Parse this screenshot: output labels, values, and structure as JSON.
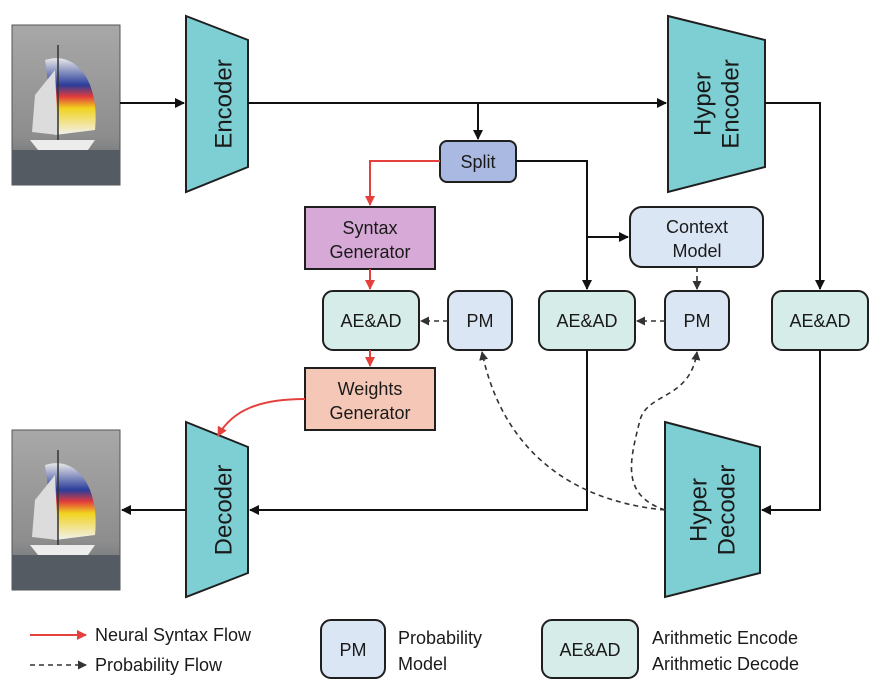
{
  "blocks": {
    "encoder": "Encoder",
    "decoder": "Decoder",
    "hyper_encoder": [
      "Hyper",
      "Encoder"
    ],
    "hyper_decoder": [
      "Hyper",
      "Decoder"
    ],
    "split": "Split",
    "syntax_generator": [
      "Syntax",
      "Generator"
    ],
    "weights_generator": [
      "Weights",
      "Generator"
    ],
    "context_model": [
      "Context",
      "Model"
    ],
    "aead_left": "AE&AD",
    "aead_mid": "AE&AD",
    "aead_right": "AE&AD",
    "pm_left": "PM",
    "pm_right": "PM"
  },
  "legend": {
    "neural_syntax_flow": "Neural Syntax Flow",
    "probability_flow": "Probability Flow",
    "pm_box": "PM",
    "pm_desc": [
      "Probability",
      "Model"
    ],
    "aead_box": "AE&AD",
    "aead_desc": [
      "Arithmetic Encode",
      "Arithmetic Decode"
    ]
  },
  "colors": {
    "teal": "#7dcfd3",
    "split": "#a9b9e2",
    "syntax": "#d6a9d6",
    "weights": "#f5c7b7",
    "aead": "#d6ece9",
    "pm": "#dbe6f5",
    "context": "#dbe6f5",
    "red": "#e5413c"
  },
  "images": {
    "input": "sailboat-image",
    "output": "sailboat-image"
  }
}
